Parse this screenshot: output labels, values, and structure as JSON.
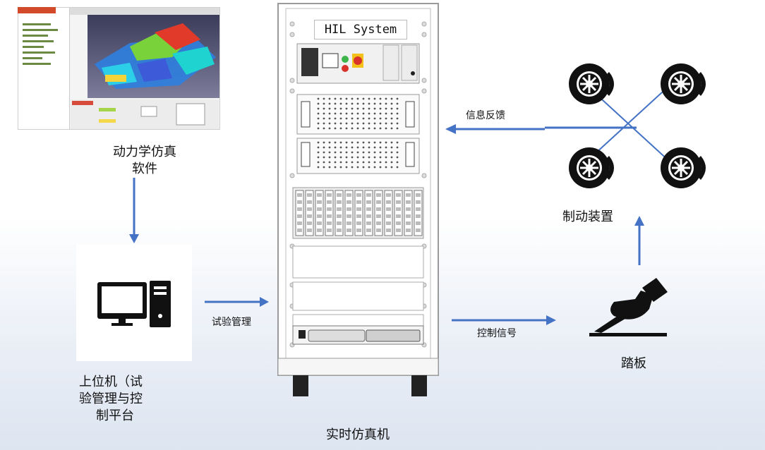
{
  "labels": {
    "dynamics_software": "动力学仿真\n软件",
    "dynamics_software_line1": "动力学仿真",
    "dynamics_software_line2": "软件",
    "host_pc_line1": "上位机（试",
    "host_pc_line2": "验管理与控",
    "host_pc_line3": "制平台",
    "realtime_sim": "实时仿真机",
    "brake_device": "制动装置",
    "pedal": "踏板",
    "test_management": "试验管理",
    "info_feedback": "信息反馈",
    "control_signal": "控制信号",
    "rack_title": "HIL System"
  },
  "colors": {
    "arrow": "#4472c4",
    "rack_frame": "#9a9a9a",
    "icon_dark": "#111111"
  }
}
